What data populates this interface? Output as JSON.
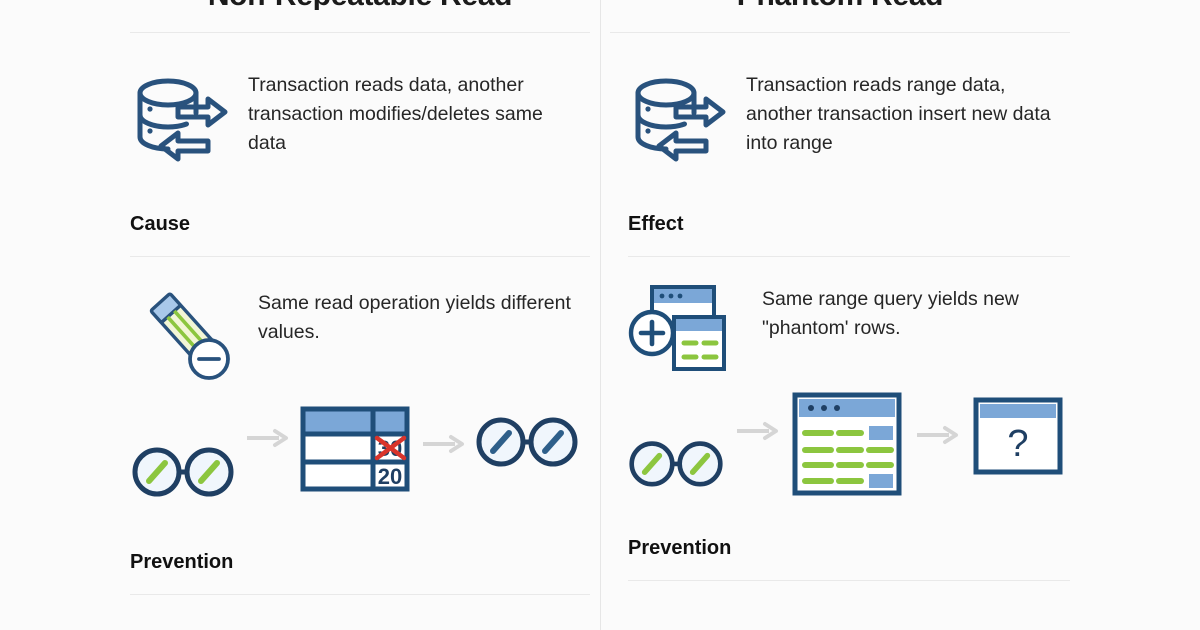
{
  "page": {
    "background": "#fbfbfb",
    "divider_color": "#e6e6e6",
    "accent_navy": "#1f4e79",
    "accent_blue": "#2e5f8a",
    "accent_light_blue": "#8ab4e0",
    "accent_green": "#8cc63f",
    "accent_red": "#d9342b",
    "arrow_gray": "#d8d8d8"
  },
  "columns": [
    {
      "id": "non-repeatable-read",
      "title": "Non-Repeatable Read",
      "definition": {
        "icon": "database-exchange-icon",
        "text": "Transaction reads data, another transaction modifies/deletes same data"
      },
      "section_one": {
        "heading": "Cause",
        "icon": "pencil-minus-icon",
        "text": "Same read operation yields different values."
      },
      "flow": {
        "start_icon": "glasses-green-icon",
        "middle_icon": "table-value-change-icon",
        "end_icon": "glasses-blue-icon",
        "arrow_icon": "arrow-right-icon",
        "table": {
          "old_value": "30",
          "new_value": "20",
          "old_value_struck": true
        }
      },
      "section_two": {
        "heading": "Prevention"
      }
    },
    {
      "id": "phantom-read",
      "title": "Phantom Read",
      "definition": {
        "icon": "database-exchange-icon",
        "text": "Transaction reads range data, another transaction insert new data into range"
      },
      "section_one": {
        "heading": "Effect",
        "icon": "window-plus-icon",
        "text": "Same range query yields new \"phantom' rows."
      },
      "flow": {
        "start_icon": "glasses-green-icon",
        "middle_icon": "window-rows-icon",
        "end_icon": "window-question-icon",
        "arrow_icon": "arrow-right-icon",
        "question_mark": "?"
      },
      "section_two": {
        "heading": "Prevention"
      }
    }
  ]
}
